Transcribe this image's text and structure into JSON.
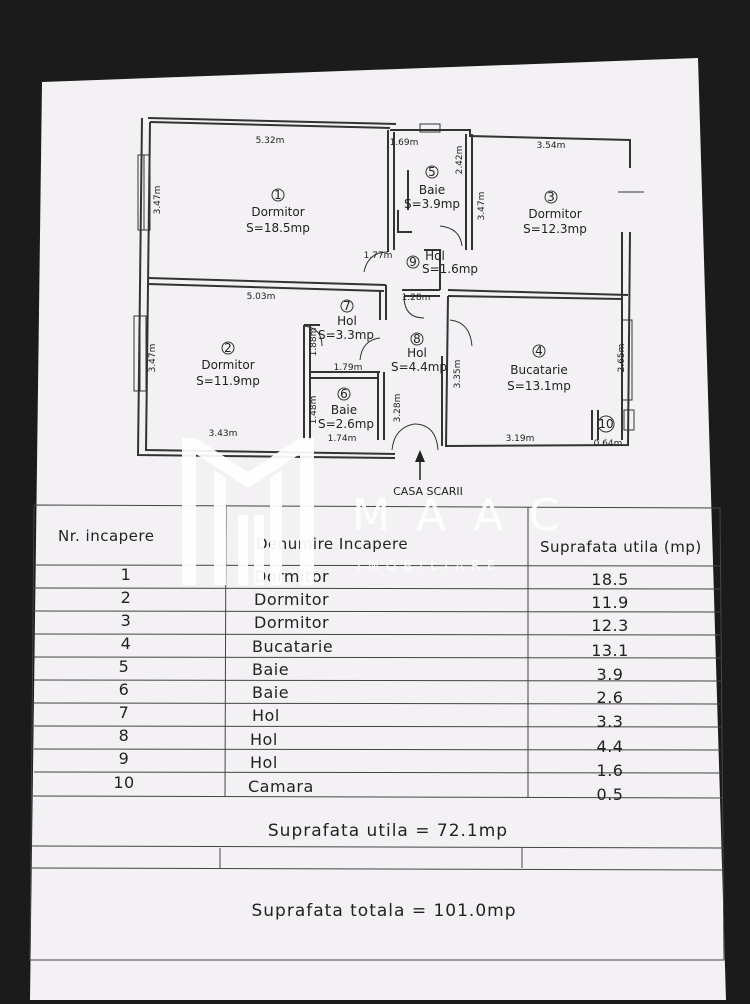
{
  "plan": {
    "rooms": [
      {
        "num": "1",
        "name": "Dormitor",
        "area": "S=18.5mp"
      },
      {
        "num": "2",
        "name": "Dormitor",
        "area": "S=11.9mp"
      },
      {
        "num": "3",
        "name": "Dormitor",
        "area": "S=12.3mp"
      },
      {
        "num": "4",
        "name": "Bucatarie",
        "area": "S=13.1mp"
      },
      {
        "num": "5",
        "name": "Baie",
        "area": "S=3.9mp"
      },
      {
        "num": "6",
        "name": "Baie",
        "area": "S=2.6mp"
      },
      {
        "num": "7",
        "name": "Hol",
        "area": "S=3.3mp"
      },
      {
        "num": "8",
        "name": "Hol",
        "area": "S=4.4mp"
      },
      {
        "num": "9",
        "name": "Hol",
        "area": "S=1.6mp"
      },
      {
        "num": "10",
        "name": "",
        "area": ""
      }
    ],
    "dims": [
      "5.32m",
      "1.69m",
      "2.42m",
      "3.54m",
      "3.47m",
      "3.47m",
      "1.77m",
      "1.28m",
      "5.03m",
      "1.88m",
      "1.79m",
      "3.47m",
      "3.28m",
      "3.35m",
      "2.65m",
      "1.48m",
      "3.43m",
      "1.74m",
      "3.19m",
      "0.64m"
    ],
    "stair_label": "CASA SCARII"
  },
  "table": {
    "headers": [
      "Nr. incapere",
      "Denumire Incapere",
      "Suprafata utila (mp)"
    ],
    "rows": [
      [
        "1",
        "Dormitor",
        "18.5"
      ],
      [
        "2",
        "Dormitor",
        "11.9"
      ],
      [
        "3",
        "Dormitor",
        "12.3"
      ],
      [
        "4",
        "Bucatarie",
        "13.1"
      ],
      [
        "5",
        "Baie",
        "3.9"
      ],
      [
        "6",
        "Baie",
        "2.6"
      ],
      [
        "7",
        "Hol",
        "3.3"
      ],
      [
        "8",
        "Hol",
        "4.4"
      ],
      [
        "9",
        "Hol",
        "1.6"
      ],
      [
        "10",
        "Camara",
        "0.5"
      ]
    ],
    "useful_area": "Suprafata utila = 72.1mp",
    "total_area": "Suprafata totala = 101.0mp"
  },
  "watermark": {
    "brand": "MAAC",
    "tagline": "IMOBILIARE"
  }
}
